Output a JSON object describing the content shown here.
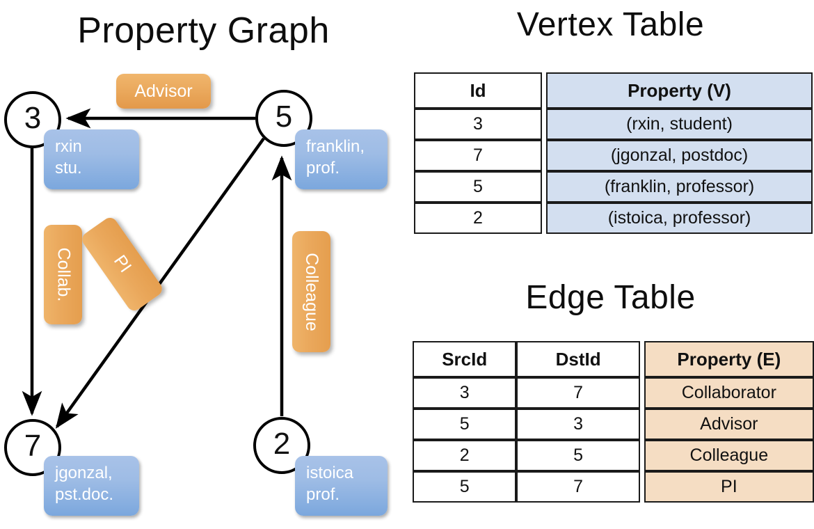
{
  "titles": {
    "graph": "Property Graph",
    "vertex_table": "Vertex Table",
    "edge_table": "Edge Table"
  },
  "graph": {
    "vertices": [
      {
        "id": "3",
        "label_line1": "rxin",
        "label_line2": "stu."
      },
      {
        "id": "5",
        "label_line1": "franklin,",
        "label_line2": "prof."
      },
      {
        "id": "7",
        "label_line1": "jgonzal,",
        "label_line2": "pst.doc."
      },
      {
        "id": "2",
        "label_line1": "istoica",
        "label_line2": "prof."
      }
    ],
    "edge_labels": {
      "advisor": "Advisor",
      "collab": "Collab.",
      "pi": "PI",
      "colleague": "Colleague"
    }
  },
  "vertex_table": {
    "headers": [
      "Id",
      "Property (V)"
    ],
    "rows": [
      {
        "id": "3",
        "property": "(rxin, student)"
      },
      {
        "id": "7",
        "property": "(jgonzal, postdoc)"
      },
      {
        "id": "5",
        "property": "(franklin, professor)"
      },
      {
        "id": "2",
        "property": "(istoica, professor)"
      }
    ]
  },
  "edge_table": {
    "headers": [
      "SrcId",
      "DstId",
      "Property (E)"
    ],
    "rows": [
      {
        "src": "3",
        "dst": "7",
        "property": "Collaborator"
      },
      {
        "src": "5",
        "dst": "3",
        "property": "Advisor"
      },
      {
        "src": "2",
        "dst": "5",
        "property": "Colleague"
      },
      {
        "src": "5",
        "dst": "7",
        "property": "PI"
      }
    ]
  },
  "colors": {
    "vertex_header_fill": "#d3dff0",
    "edge_header_fill": "#f5ddc3",
    "bubble_blue": "#8fb3e0",
    "bubble_orange": "#eaa85c",
    "stroke": "#000000"
  }
}
